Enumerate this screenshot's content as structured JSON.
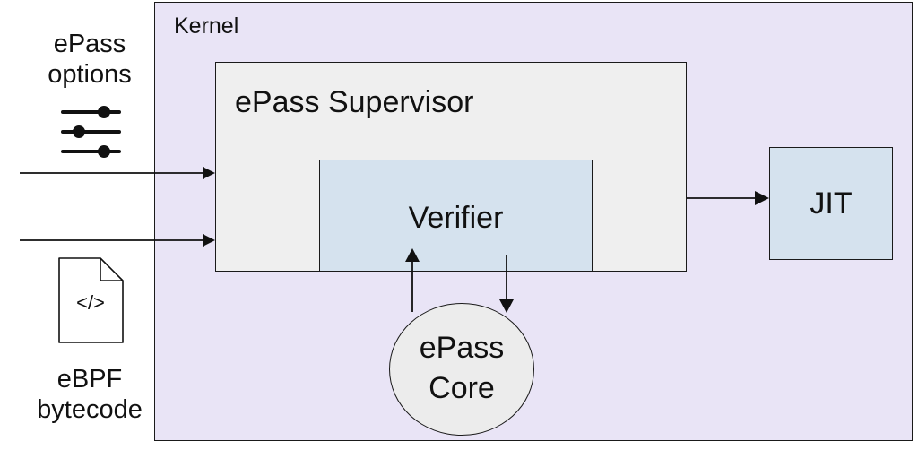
{
  "kernel": {
    "label": "Kernel"
  },
  "supervisor": {
    "label": "ePass Supervisor"
  },
  "verifier": {
    "label": "Verifier"
  },
  "jit": {
    "label": "JIT"
  },
  "core": {
    "line1": "ePass",
    "line2": "Core"
  },
  "options": {
    "line1": "ePass",
    "line2": "options",
    "icon": "sliders-icon"
  },
  "bytecode": {
    "line1": "eBPF",
    "line2": "bytecode",
    "icon": "code-file-icon",
    "icon_text": "</>"
  }
}
